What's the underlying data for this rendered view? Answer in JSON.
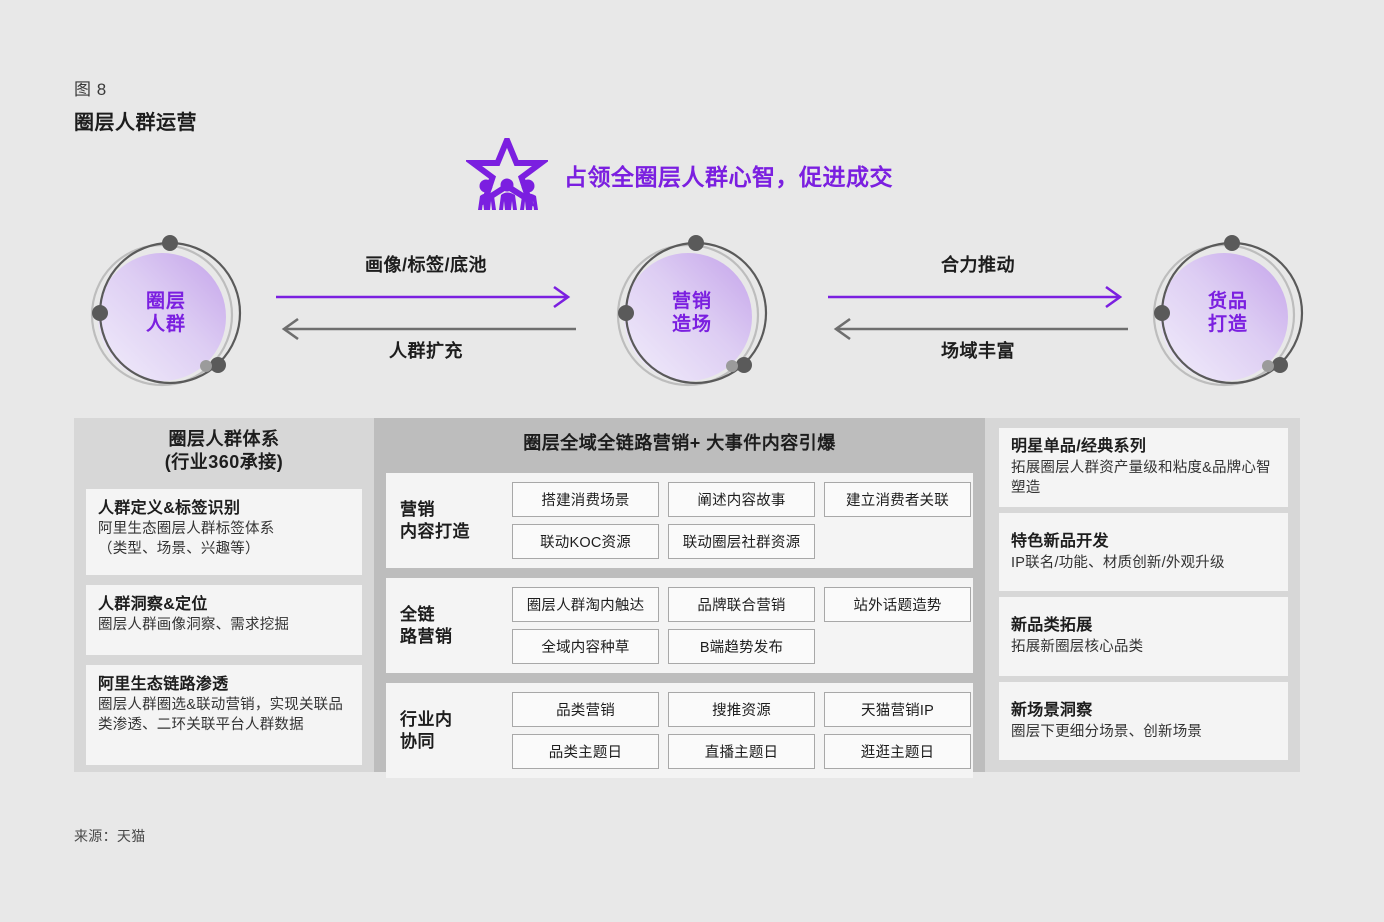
{
  "figure": {
    "label": "图 8",
    "title": "圈层人群运营"
  },
  "headline": {
    "icon": "star-people-icon",
    "text": "占领全圈层人群心智，促进成交",
    "color": "#7b1fe0"
  },
  "flow": {
    "nodes": [
      {
        "line1": "圈层",
        "line2": "人群"
      },
      {
        "line1": "营销",
        "line2": "造场"
      },
      {
        "line1": "货品",
        "line2": "打造"
      }
    ],
    "arrows": [
      {
        "forward_label": "画像/标签/底池",
        "backward_label": "人群扩充",
        "forward_color": "#7b1fe0",
        "backward_color": "#6e6e6e"
      },
      {
        "forward_label": "合力推动",
        "backward_label": "场域丰富",
        "forward_color": "#7b1fe0",
        "backward_color": "#6e6e6e"
      }
    ]
  },
  "panels": {
    "left": {
      "head_line1": "圈层人群体系",
      "head_line2": "(行业360承接)",
      "cards": [
        {
          "title": "人群定义&标签识别",
          "body": "阿里生态圈层人群标签体系\n（类型、场景、兴趣等）"
        },
        {
          "title": "人群洞察&定位",
          "body": "圈层人群画像洞察、需求挖掘"
        },
        {
          "title": "阿里生态链路渗透",
          "body": "圈层人群圈选&联动营销，实现关联品类渗透、二环关联平台人群数据"
        }
      ]
    },
    "middle": {
      "head": "圈层全域全链路营销+ 大事件内容引爆",
      "rows": [
        {
          "label_line1": "营销",
          "label_line2": "内容打造",
          "line1": [
            "搭建消费场景",
            "阐述内容故事",
            "建立消费者关联"
          ],
          "line2": [
            "联动KOC资源",
            "联动圈层社群资源"
          ]
        },
        {
          "label_line1": "全链",
          "label_line2": "路营销",
          "line1": [
            "圈层人群淘内触达",
            "品牌联合营销",
            "站外话题造势"
          ],
          "line2": [
            "全域内容种草",
            "B端趋势发布"
          ]
        },
        {
          "label_line1": "行业内",
          "label_line2": "协同",
          "line1": [
            "品类营销",
            "搜推资源",
            "天猫营销IP"
          ],
          "line2": [
            "品类主题日",
            "直播主题日",
            "逛逛主题日"
          ]
        }
      ]
    },
    "right": {
      "cards": [
        {
          "title": "明星单品/经典系列",
          "body": "拓展圈层人群资产量级和粘度&品牌心智塑造"
        },
        {
          "title": "特色新品开发",
          "body": "IP联名/功能、材质创新/外观升级"
        },
        {
          "title": "新品类拓展",
          "body": "拓展新圈层核心品类"
        },
        {
          "title": "新场景洞察",
          "body": "圈层下更细分场景、创新场景"
        }
      ]
    }
  },
  "source": "来源：天猫"
}
